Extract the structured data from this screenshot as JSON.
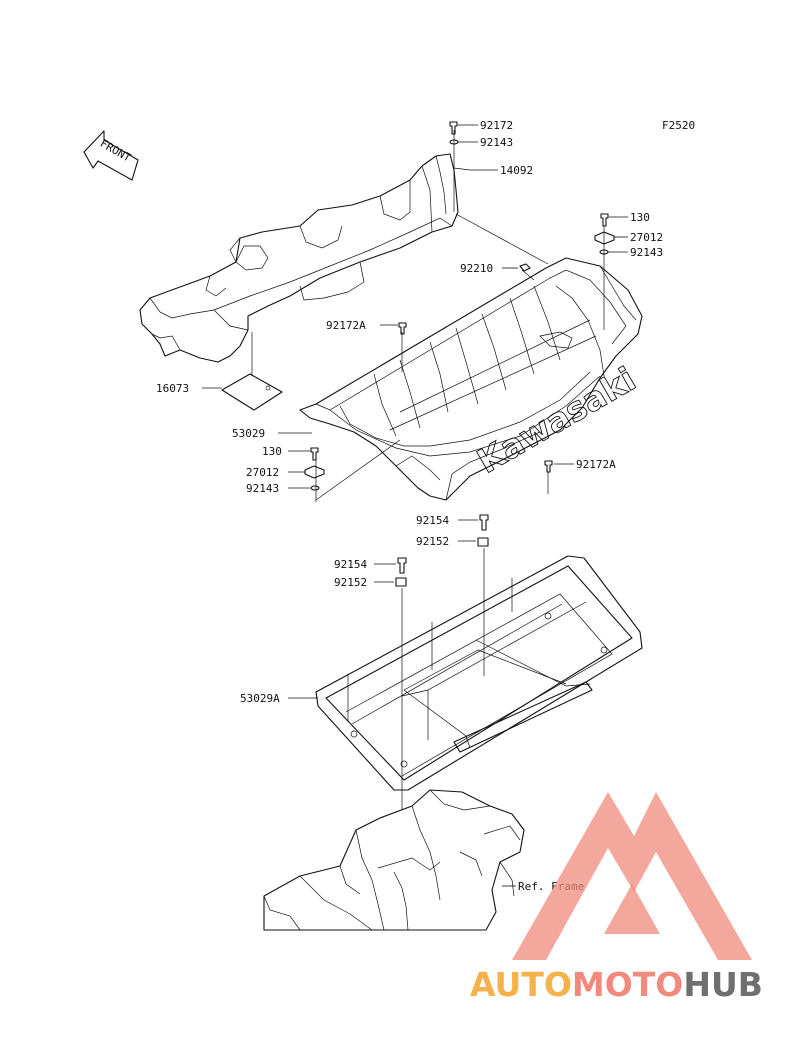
{
  "figure_code": "F2520",
  "front_label": "FRONT",
  "bed_brand": "Kawasaki",
  "frame_ref": "Ref. Frame",
  "callouts": {
    "c92172_top": "92172",
    "c92143_top": "92143",
    "c14092": "14092",
    "c130_right": "130",
    "c27012_right": "27012",
    "c92143_right": "92143",
    "c92210": "92210",
    "c92172A_left": "92172A",
    "c16073": "16073",
    "c53029": "53029",
    "c130_left": "130",
    "c27012_left": "27012",
    "c92143_left": "92143",
    "c92172A_right": "92172A",
    "c92154_right": "92154",
    "c92152_right": "92152",
    "c92154_left": "92154",
    "c92152_left": "92152",
    "c53029A": "53029A"
  },
  "watermark": {
    "part1": "AUTO",
    "part2": "MOTO",
    "part3": "HUB"
  },
  "colors": {
    "line": "#111111",
    "watermark_red": "#f08a7c",
    "watermark_orange": "#f6b24a",
    "watermark_gray": "#6f6f6f"
  }
}
